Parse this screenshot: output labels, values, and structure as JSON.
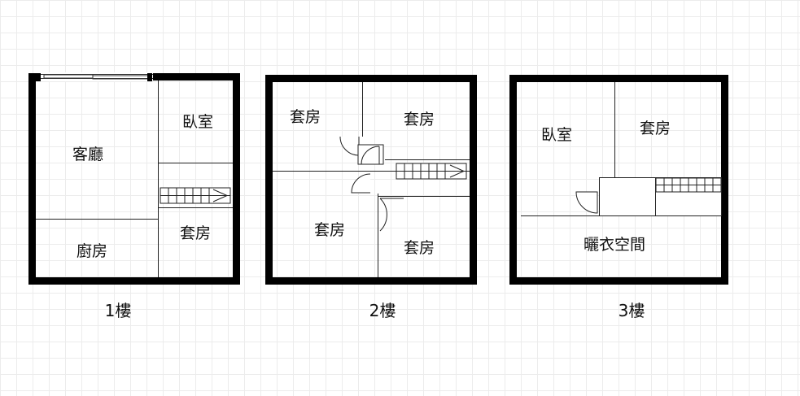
{
  "floors": [
    {
      "label": "1樓",
      "rooms": [
        "客廳",
        "臥室",
        "套房",
        "廚房"
      ]
    },
    {
      "label": "2樓",
      "rooms": [
        "套房",
        "套房",
        "套房",
        "套房"
      ]
    },
    {
      "label": "3樓",
      "rooms": [
        "臥室",
        "套房",
        "曬衣空間"
      ]
    }
  ],
  "colors": {
    "wall": "#000000",
    "grid": "#ececec",
    "line": "#333333"
  }
}
